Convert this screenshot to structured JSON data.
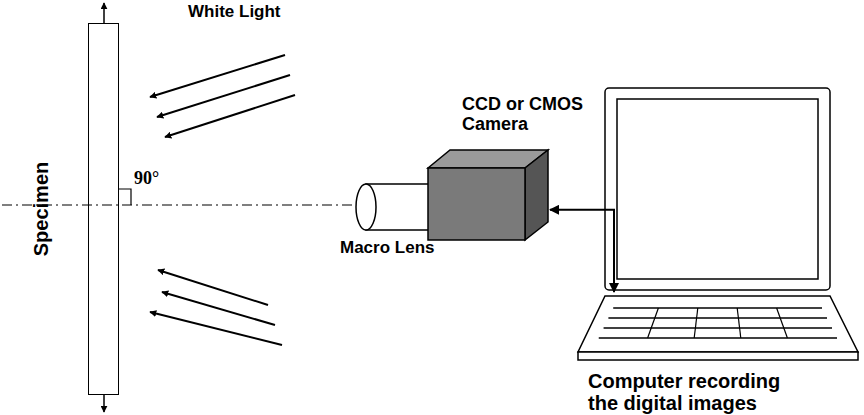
{
  "diagram": {
    "nodes": [
      {
        "text": [
          "Specimen"
        ]
      },
      {
        "text": [
          "CCD or CMOS Camera"
        ]
      },
      {
        "text": [
          "Computer recording the digital images"
        ]
      }
    ],
    "edges": [
      {
        "from": 1,
        "to": 2,
        "arrow": "both"
      }
    ],
    "labels": [
      "White Light",
      "90°",
      "Macro Lens"
    ]
  }
}
